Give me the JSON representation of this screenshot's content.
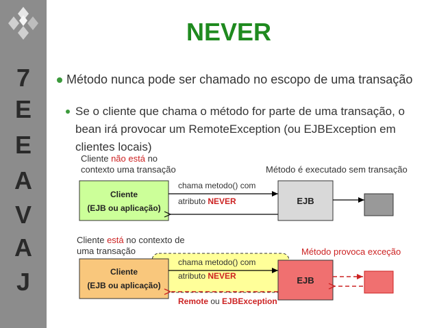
{
  "sidebar": {
    "letters": [
      "J",
      "A",
      "V",
      "A",
      "E",
      "E",
      "7"
    ]
  },
  "slide": {
    "title": "NEVER",
    "bullet1": "Método nunca pode ser chamado no escopo de uma transação",
    "bullet2": "Se o cliente que chama o método for parte de uma transação, o bean irá provocar um RemoteException (ou EJBException em clientes locais)"
  },
  "diagram1": {
    "caption_line1_a": "Cliente ",
    "caption_line1_b": "não está",
    "caption_line1_c": " no",
    "caption_line2": "contexto uma transação",
    "right_caption": "Método é executado sem transação",
    "client_line1": "Cliente",
    "client_line2": "(EJB ou aplicação)",
    "call_label": "chama metodo() com",
    "attr_label_a": "atributo ",
    "attr_label_b": "NEVER",
    "ejb_label": "EJB"
  },
  "diagram2": {
    "caption_line1_a": "Cliente ",
    "caption_line1_b": "está",
    "caption_line1_c": " no contexto de",
    "caption_line2": "uma transação",
    "right_caption": "Método provoca exceção",
    "client_line1": "Cliente",
    "client_line2": "(EJB ou aplicação)",
    "call_label": "chama metodo() com",
    "attr_label_a": "atributo ",
    "attr_label_b": "NEVER",
    "ejb_label": "EJB",
    "exception_a": "Remote",
    "exception_b": " ou ",
    "exception_c": "EJBException"
  },
  "colors": {
    "title_green": "#1f8a1f",
    "highlight_red": "#cc2222",
    "client_box_green": "#ccff99",
    "client_box_orange": "#f9c77c",
    "transaction_yellow": "#ffff99",
    "ejb_red": "#f07070"
  }
}
